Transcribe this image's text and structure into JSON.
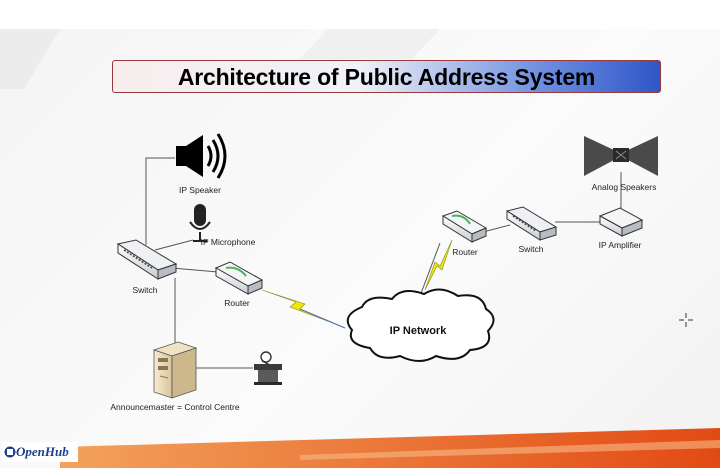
{
  "title": "Architecture of Public Address System",
  "labels": {
    "ip_speaker": "IP Speaker",
    "ip_microphone": "IP Microphone",
    "switch_left": "Switch",
    "router_left": "Router",
    "ip_network": "IP Network",
    "router_right": "Router",
    "switch_right": "Switch",
    "ip_amplifier": "IP Amplifier",
    "analog_speakers": "Analog Speakers",
    "control_centre": "Announcemaster = Control Centre"
  },
  "logo": "OpenHub",
  "colors": {
    "banner_border": "#9a3b3b",
    "banner_blue": "#2f56c8",
    "link_bolt": "#f2e600",
    "footer_orange": "#e8561a"
  },
  "icons": [
    "speaker-icon",
    "microphone-icon",
    "network-switch-icon",
    "router-icon",
    "cloud-icon",
    "lightning-icon",
    "amplifier-icon",
    "horn-speaker-icon",
    "server-icon",
    "operator-desk-icon",
    "crosshair-cursor-icon"
  ]
}
